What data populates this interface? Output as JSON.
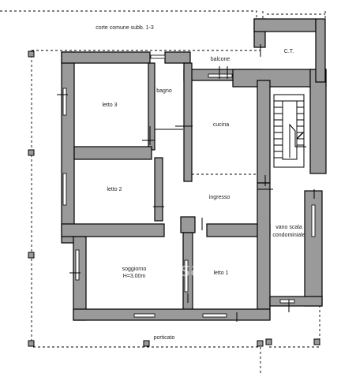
{
  "labels": {
    "corte": "corte comune subb. 1-3",
    "ct": "C.T.",
    "balcone": "balcone",
    "bagno": "bagno",
    "letto3": "letto 3",
    "cucina": "cucina",
    "letto2": "letto 2",
    "ingresso": "ingresso",
    "vano_line1": "vano scala",
    "vano_line2": "condominiale",
    "soggiorno_line1": "soggiorno",
    "soggiorno_line2": "H=3.00m",
    "letto1": "letto 1",
    "porticato": "porticato"
  },
  "watermark": "casa.it",
  "colors": {
    "wall": "#9a9a9a",
    "line": "#000000",
    "background": "#ffffff"
  }
}
